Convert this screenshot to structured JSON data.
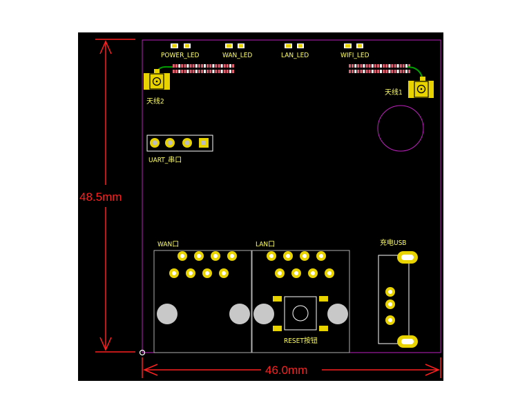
{
  "labels": {
    "power_led": "POWER_LED",
    "wan_led": "WAN_LED",
    "lan_led": "LAN_LED",
    "wifi_led": "WIFI_LED",
    "antenna2": "天线2",
    "antenna1": "天线1",
    "uart": "UART_串口",
    "wan_port": "WAN口",
    "lan_port": "LAN口",
    "usb": "充电USB",
    "reset": "RESET按钮"
  },
  "dimensions": {
    "height": "48.5mm",
    "width": "46.0mm"
  },
  "colors": {
    "background": "#000000",
    "board_outline": "#c020c0",
    "silkscreen": "#ffff66",
    "pad": "#e8d200",
    "dimension": "#ff2020",
    "trace": "#00a000",
    "port_outline": "#b0b0b0"
  }
}
